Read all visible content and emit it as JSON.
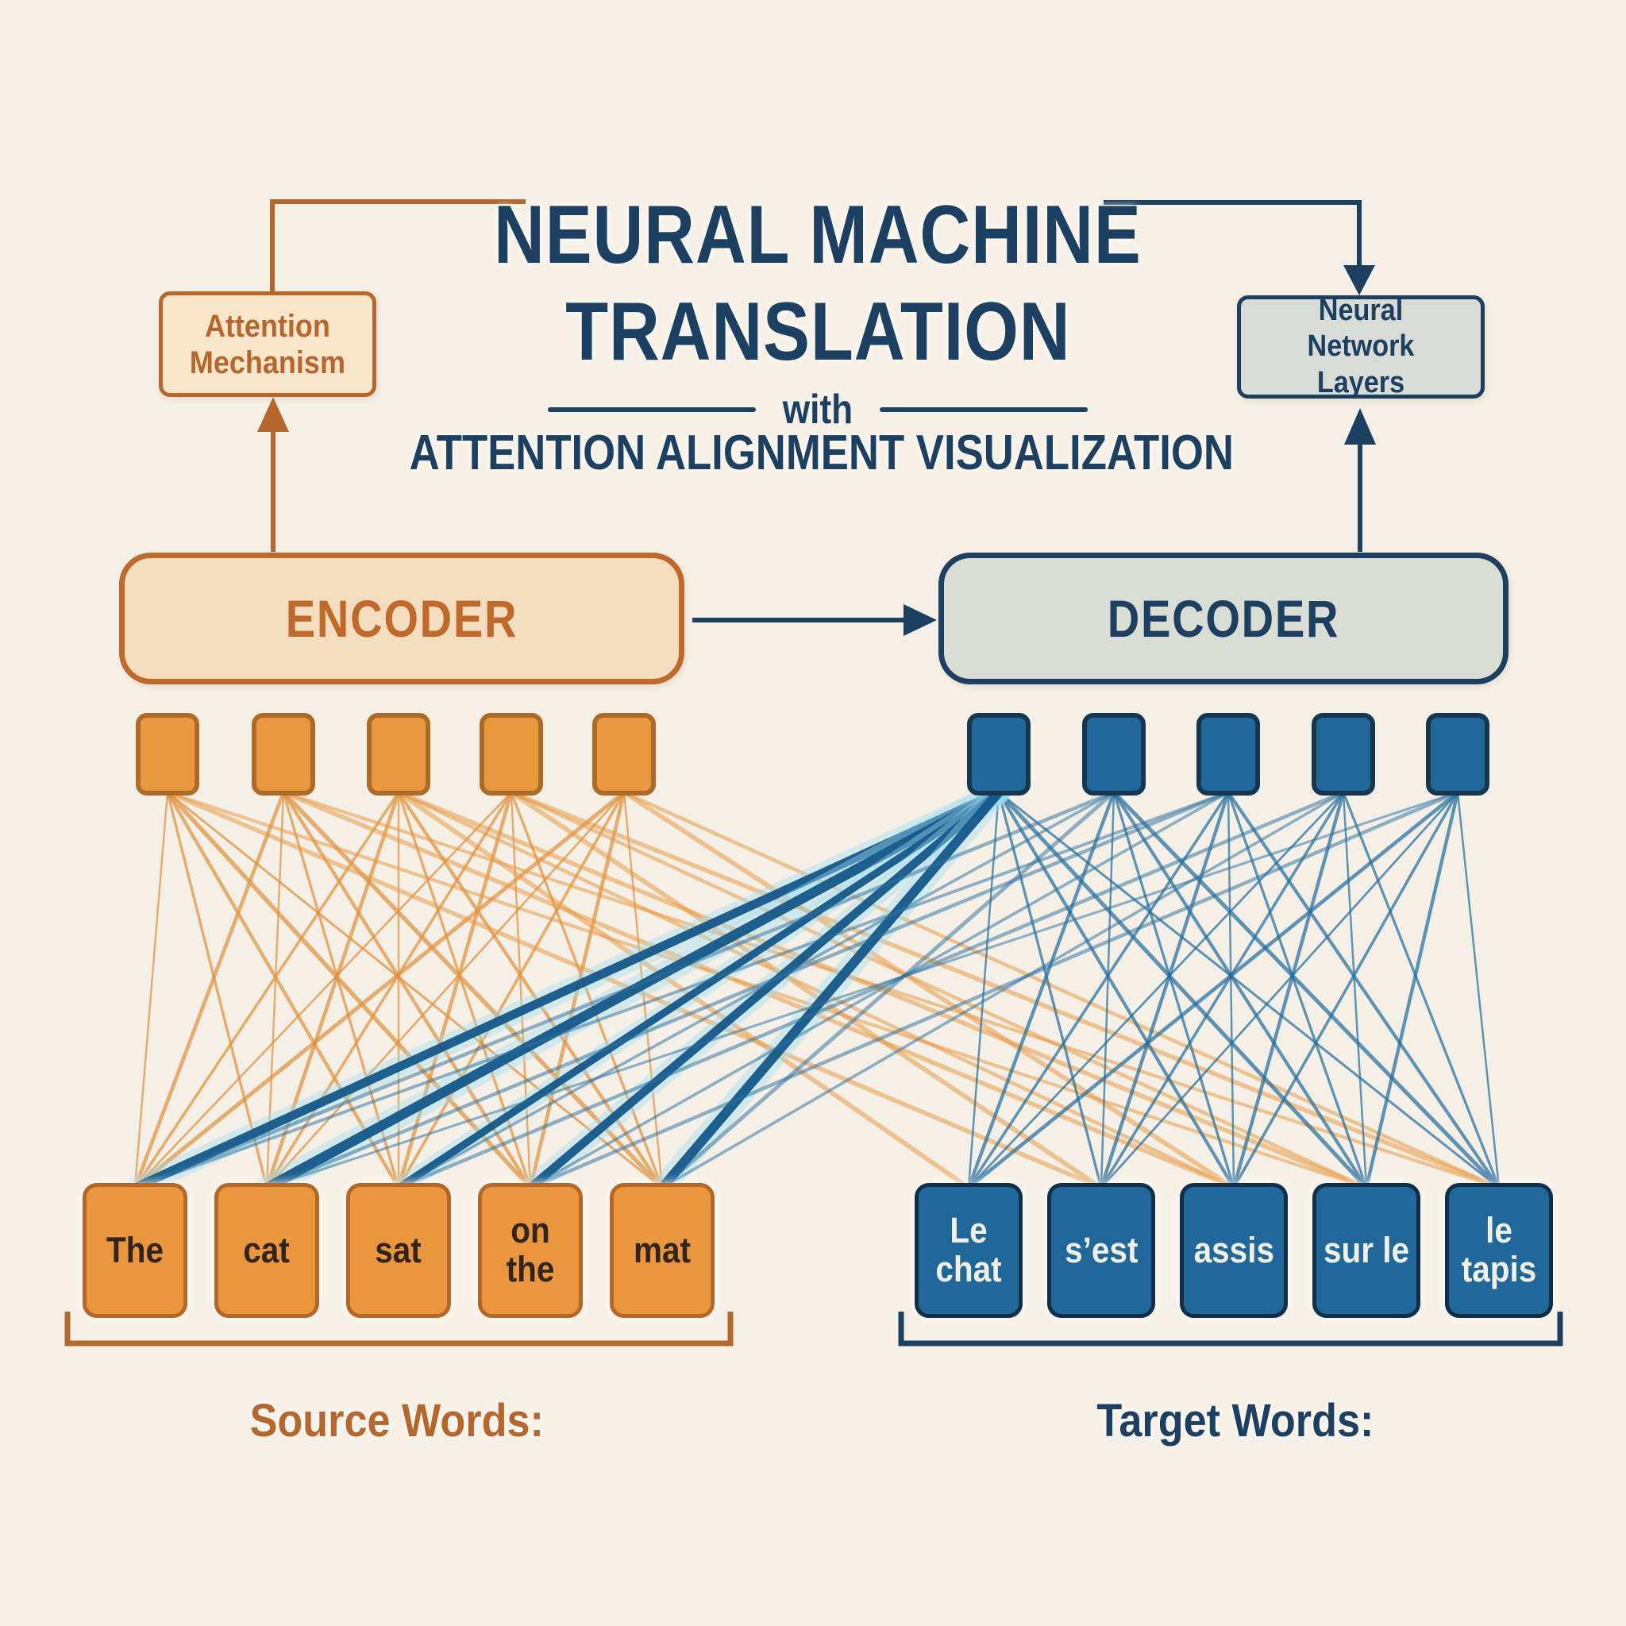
{
  "title": {
    "line1": "NEURAL MACHINE",
    "line2": "TRANSLATION",
    "connector": "with",
    "subtitle": "ATTENTION ALIGNMENT VISUALIZATION"
  },
  "boxes": {
    "attention": {
      "label": "Attention Mechanism"
    },
    "neural_layers": {
      "label": "Neural Network Layers"
    },
    "encoder": {
      "label": "ENCODER"
    },
    "decoder": {
      "label": "DECODER"
    }
  },
  "source": {
    "label": "Source Words:",
    "words": [
      "The",
      "cat",
      "sat",
      "on the",
      "mat"
    ]
  },
  "target": {
    "label": "Target Words:",
    "words": [
      "Le chat",
      "s’est",
      "assis",
      "sur le",
      "le tapis"
    ]
  },
  "colors": {
    "background": "#f5f0e7",
    "navy": "#1d3f60",
    "orange_dark": "#b5672e",
    "orange": "#e8993f",
    "blue": "#20689a",
    "encoder_fill": "#f5debf",
    "decoder_fill": "#dadcd6",
    "attention_fill": "#f8e5ca",
    "layers_fill": "#d9dbd6",
    "glow_blue": "#9fdef3",
    "source_text": "#33241a",
    "target_text": "#f2efe6"
  },
  "edges": [
    {
      "name": "encoder-to-source-edge",
      "from": "encoder",
      "to": "source",
      "pairs": "all",
      "color": "#e0923e",
      "min_width": 2.5,
      "max_width": 5.5,
      "opacity": 0.7
    },
    {
      "name": "encoder-to-target-edge",
      "from": "encoder",
      "to": "target",
      "pairs": [
        [
          0,
          1
        ],
        [
          0,
          3
        ],
        [
          1,
          2
        ],
        [
          1,
          4
        ],
        [
          2,
          0
        ],
        [
          2,
          2
        ],
        [
          2,
          3
        ],
        [
          3,
          1
        ],
        [
          3,
          3
        ],
        [
          3,
          4
        ],
        [
          4,
          2
        ],
        [
          4,
          4
        ]
      ],
      "color": "#e8963c",
      "min_width": 3,
      "max_width": 6,
      "opacity": 0.5
    },
    {
      "name": "decoder-to-target-edge",
      "from": "decoder",
      "to": "target",
      "pairs": "all",
      "color": "#226d9e",
      "min_width": 2.5,
      "max_width": 5,
      "opacity": 0.7
    },
    {
      "name": "decoder-to-source-attention-edge",
      "from": "decoder",
      "to": "source",
      "pairs": [
        [
          0,
          0
        ],
        [
          0,
          1
        ],
        [
          0,
          2
        ],
        [
          0,
          3
        ],
        [
          0,
          4
        ]
      ],
      "color": "#14588a",
      "min_width": 9,
      "max_width": 13,
      "opacity": 0.95,
      "glow": "#9fdef3"
    },
    {
      "name": "decoder-to-source-edge",
      "from": "decoder",
      "to": "source",
      "pairs": [
        [
          1,
          0
        ],
        [
          1,
          2
        ],
        [
          1,
          4
        ],
        [
          2,
          0
        ],
        [
          2,
          1
        ],
        [
          2,
          3
        ],
        [
          3,
          2
        ],
        [
          3,
          4
        ],
        [
          4,
          1
        ],
        [
          4,
          3
        ]
      ],
      "color": "#2a6f9e",
      "min_width": 3,
      "max_width": 5,
      "opacity": 0.5
    }
  ]
}
